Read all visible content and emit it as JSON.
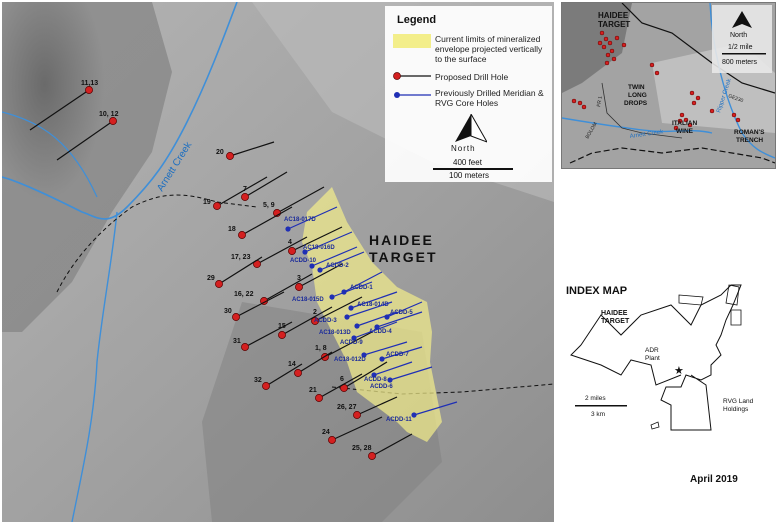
{
  "main_map": {
    "target_label_line1": "HAIDEE",
    "target_label_line2": "TARGET",
    "creek_label": "Arnett Creek",
    "proposed_holes": [
      {
        "id": "h1113",
        "label": "11,13"
      },
      {
        "id": "h1012",
        "label": "10, 12"
      },
      {
        "id": "h20",
        "label": "20"
      },
      {
        "id": "h7",
        "label": "7"
      },
      {
        "id": "h19",
        "label": "19"
      },
      {
        "id": "h59",
        "label": "5, 9"
      },
      {
        "id": "h18",
        "label": "18"
      },
      {
        "id": "h4",
        "label": "4"
      },
      {
        "id": "h1723",
        "label": "17, 23"
      },
      {
        "id": "h29",
        "label": "29"
      },
      {
        "id": "h3",
        "label": "3"
      },
      {
        "id": "h1622",
        "label": "16, 22"
      },
      {
        "id": "h30",
        "label": "30"
      },
      {
        "id": "h2",
        "label": "2"
      },
      {
        "id": "h15",
        "label": "15"
      },
      {
        "id": "h31",
        "label": "31"
      },
      {
        "id": "h18b",
        "label": "1, 8"
      },
      {
        "id": "h14",
        "label": "14"
      },
      {
        "id": "h32",
        "label": "32"
      },
      {
        "id": "h6",
        "label": "6"
      },
      {
        "id": "h21",
        "label": "21"
      },
      {
        "id": "h2627",
        "label": "26, 27"
      },
      {
        "id": "h24",
        "label": "24"
      },
      {
        "id": "h2528",
        "label": "25, 28"
      }
    ],
    "core_holes": [
      {
        "id": "c1",
        "label": "AC18-017D"
      },
      {
        "id": "c2",
        "label": "AC18-016D"
      },
      {
        "id": "c3",
        "label": "ACDD-10"
      },
      {
        "id": "c4",
        "label": "ACDD-2"
      },
      {
        "id": "c5",
        "label": "ACDD-1"
      },
      {
        "id": "c6",
        "label": "AC18-015D"
      },
      {
        "id": "c7",
        "label": "AC18-014D"
      },
      {
        "id": "c8",
        "label": "ACDD-3"
      },
      {
        "id": "c9",
        "label": "ACDD-5"
      },
      {
        "id": "c10",
        "label": "AC18-013D"
      },
      {
        "id": "c11",
        "label": "ACDD-4"
      },
      {
        "id": "c12",
        "label": "ACDD-9"
      },
      {
        "id": "c13",
        "label": "AC18-012D"
      },
      {
        "id": "c14",
        "label": "ACDD-7"
      },
      {
        "id": "c15",
        "label": "ACDD-8"
      },
      {
        "id": "c16",
        "label": "ACDD-6"
      },
      {
        "id": "c17",
        "label": "ACDD-11"
      }
    ]
  },
  "legend": {
    "title": "Legend",
    "envelope_label": "Current limits of mineralized envelope projected vertically to the surface",
    "proposed_label": "Proposed Drill Hole",
    "previous_label": "Previously Drilled Meridian & RVG Core Holes",
    "north_label": "North",
    "scale_feet": "400 feet",
    "scale_meters": "100 meters"
  },
  "inset": {
    "target_line1": "HAIDEE",
    "target_line2": "TARGET",
    "north_label": "North",
    "scale_miles": "1/2 mile",
    "scale_meters": "800 meters",
    "twin_line1": "TWIN",
    "twin_line2": "LONG",
    "twin_line3": "DROPS",
    "italian_line1": "ITALIAN",
    "italian_line2": "WINE",
    "romans_line1": "ROMAN'S",
    "romans_line2": "TRENCH",
    "creek1": "Arnett Creek",
    "creek2": "Ripper Creek",
    "road1": "FR 1",
    "road2": "BOLOM",
    "road3": "GE230"
  },
  "index_map": {
    "title": "INDEX MAP",
    "target_line1": "HAIDEE",
    "target_line2": "TARGET",
    "adr_line1": "ADR",
    "adr_line2": "Plant",
    "rvg_line1": "RVG Land",
    "rvg_line2": "Holdings",
    "scale_miles": "2 miles",
    "scale_km": "3 km"
  },
  "date": "April 2019",
  "colors": {
    "proposed": "#d42020",
    "core": "#1f2fb5",
    "envelope": "#f3ee8a",
    "creek": "#3f8fd8"
  }
}
